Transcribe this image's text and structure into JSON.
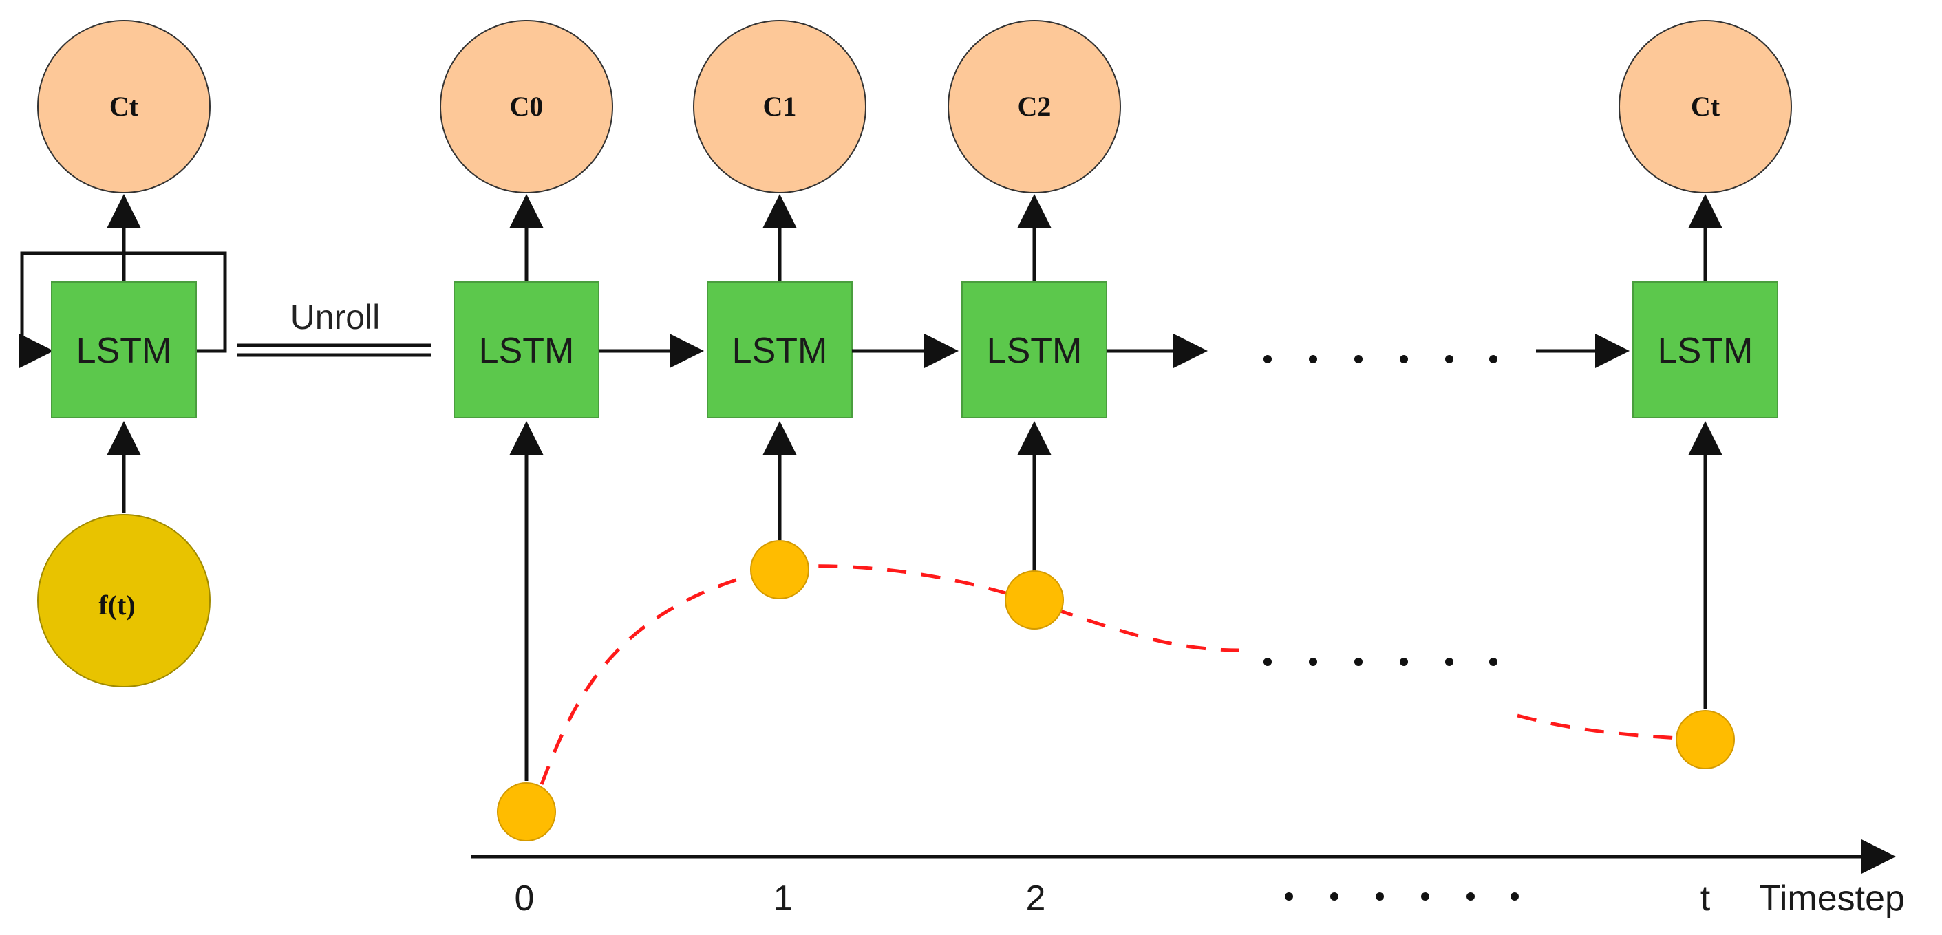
{
  "left_cell": {
    "output_label": "Ct",
    "cell_label": "LSTM",
    "input_label": "f(t)"
  },
  "unroll_label": "Unroll",
  "unrolled_cells": [
    {
      "output_label": "C0",
      "cell_label": "LSTM"
    },
    {
      "output_label": "C1",
      "cell_label": "LSTM"
    },
    {
      "output_label": "C2",
      "cell_label": "LSTM"
    },
    {
      "output_label": "Ct",
      "cell_label": "LSTM"
    }
  ],
  "axis": {
    "ticks": [
      "0",
      "1",
      "2",
      "t"
    ],
    "label": "Timestep"
  },
  "colors": {
    "lstm_box": "#5cc84c",
    "output_node": "#fdc898",
    "input_node": "#e8c300",
    "data_point": "#ffbc00",
    "curve": "#ff1a1a"
  }
}
